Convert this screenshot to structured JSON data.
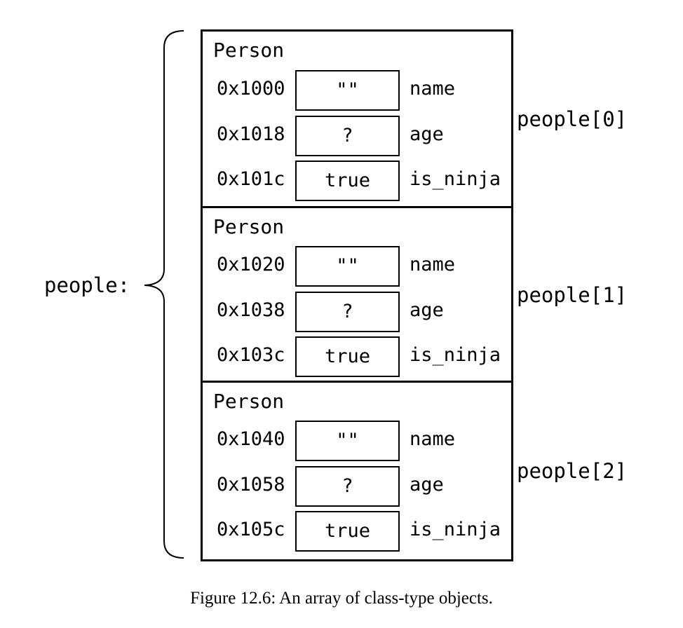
{
  "array_label": "people:",
  "people": [
    {
      "type": "Person",
      "index_label": "people[0]",
      "fields": [
        {
          "address": "0x1000",
          "value": "\"\"",
          "name": "name"
        },
        {
          "address": "0x1018",
          "value": "?",
          "name": "age"
        },
        {
          "address": "0x101c",
          "value": "true",
          "name": "is_ninja"
        }
      ]
    },
    {
      "type": "Person",
      "index_label": "people[1]",
      "fields": [
        {
          "address": "0x1020",
          "value": "\"\"",
          "name": "name"
        },
        {
          "address": "0x1038",
          "value": "?",
          "name": "age"
        },
        {
          "address": "0x103c",
          "value": "true",
          "name": "is_ninja"
        }
      ]
    },
    {
      "type": "Person",
      "index_label": "people[2]",
      "fields": [
        {
          "address": "0x1040",
          "value": "\"\"",
          "name": "name"
        },
        {
          "address": "0x1058",
          "value": "?",
          "name": "age"
        },
        {
          "address": "0x105c",
          "value": "true",
          "name": "is_ninja"
        }
      ]
    }
  ],
  "caption": "Figure 12.6: An array of class-type objects."
}
